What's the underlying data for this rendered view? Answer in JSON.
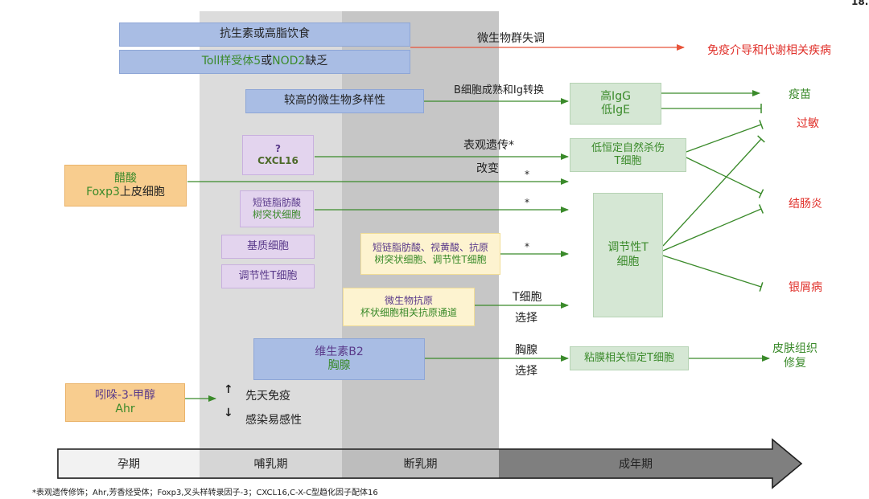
{
  "page_number": "18.",
  "timeline": {
    "pregnancy": "孕期",
    "lactation": "哺乳期",
    "weaning": "断乳期",
    "adult": "成年期"
  },
  "inputs": {
    "antibiotics": "抗生素或高脂饮食",
    "toll_part1": "Toll样受体5",
    "toll_or": "或",
    "toll_part2": "NOD2",
    "toll_part3": "缺乏",
    "diversity": "较高的微生物多样性",
    "cxcl_q": "?",
    "cxcl": "CXCL16",
    "acetate": "醋酸",
    "foxp3": "Foxp3",
    "foxp3_suffix": "上皮细胞",
    "scfa_line1": "短链脂肪酸",
    "scfa_line2": "树突状细胞",
    "stromal": "基质细胞",
    "treg_small": "调节性T细胞",
    "scfa_ra_line1": "短链脂肪酸、视黄酸、抗原",
    "scfa_ra_line2": "树突状细胞、调节性T细胞",
    "microbial_antigen_line1": "微生物抗原",
    "microbial_antigen_line2": "杯状细胞相关抗原通道",
    "vitb2_line1": "维生素B2",
    "vitb2_line2": "胸腺",
    "indole_line1": "吲哚-3-甲醇",
    "indole_line2": "Ahr"
  },
  "labels": {
    "dysbiosis": "微生物群失调",
    "bcell": "B细胞成熟和Ig转换",
    "epi_line1": "表观遗传*",
    "epi_line2": "改变",
    "star": "*",
    "tsel_line1": "T细胞",
    "tsel_line2": "选择",
    "thymus_line1": "胸腺",
    "thymus_line2": "选择",
    "innate_up": "先天免疫",
    "infection_down": "感染易感性",
    "arrow_up": "↑",
    "arrow_down": "↓"
  },
  "results": {
    "igg_line1": "高IgG",
    "igg_line2": "低IgE",
    "nkt_line1": "低恒定自然杀伤",
    "nkt_line2": "T细胞",
    "treg_line1": "调节性T",
    "treg_line2": "细胞",
    "mait": "粘膜相关恒定T细胞"
  },
  "outcomes": {
    "immune_metabolic": "免疫介导和代谢相关疾病",
    "vaccine": "疫苗",
    "allergy": "过敏",
    "colitis": "结肠炎",
    "psoriasis": "银屑病",
    "skin_line1": "皮肤组织",
    "skin_line2": "修复"
  },
  "footnote": "*表观遗传修饰；Ahr,芳香烃受体；Foxp3,叉头样转录因子-3；CXCL16,C-X-C型趋化因子配体16",
  "colors": {
    "arrow_green": "#3a8a2a",
    "arrow_red": "#e8543a",
    "outcome_red": "#e0302a"
  }
}
